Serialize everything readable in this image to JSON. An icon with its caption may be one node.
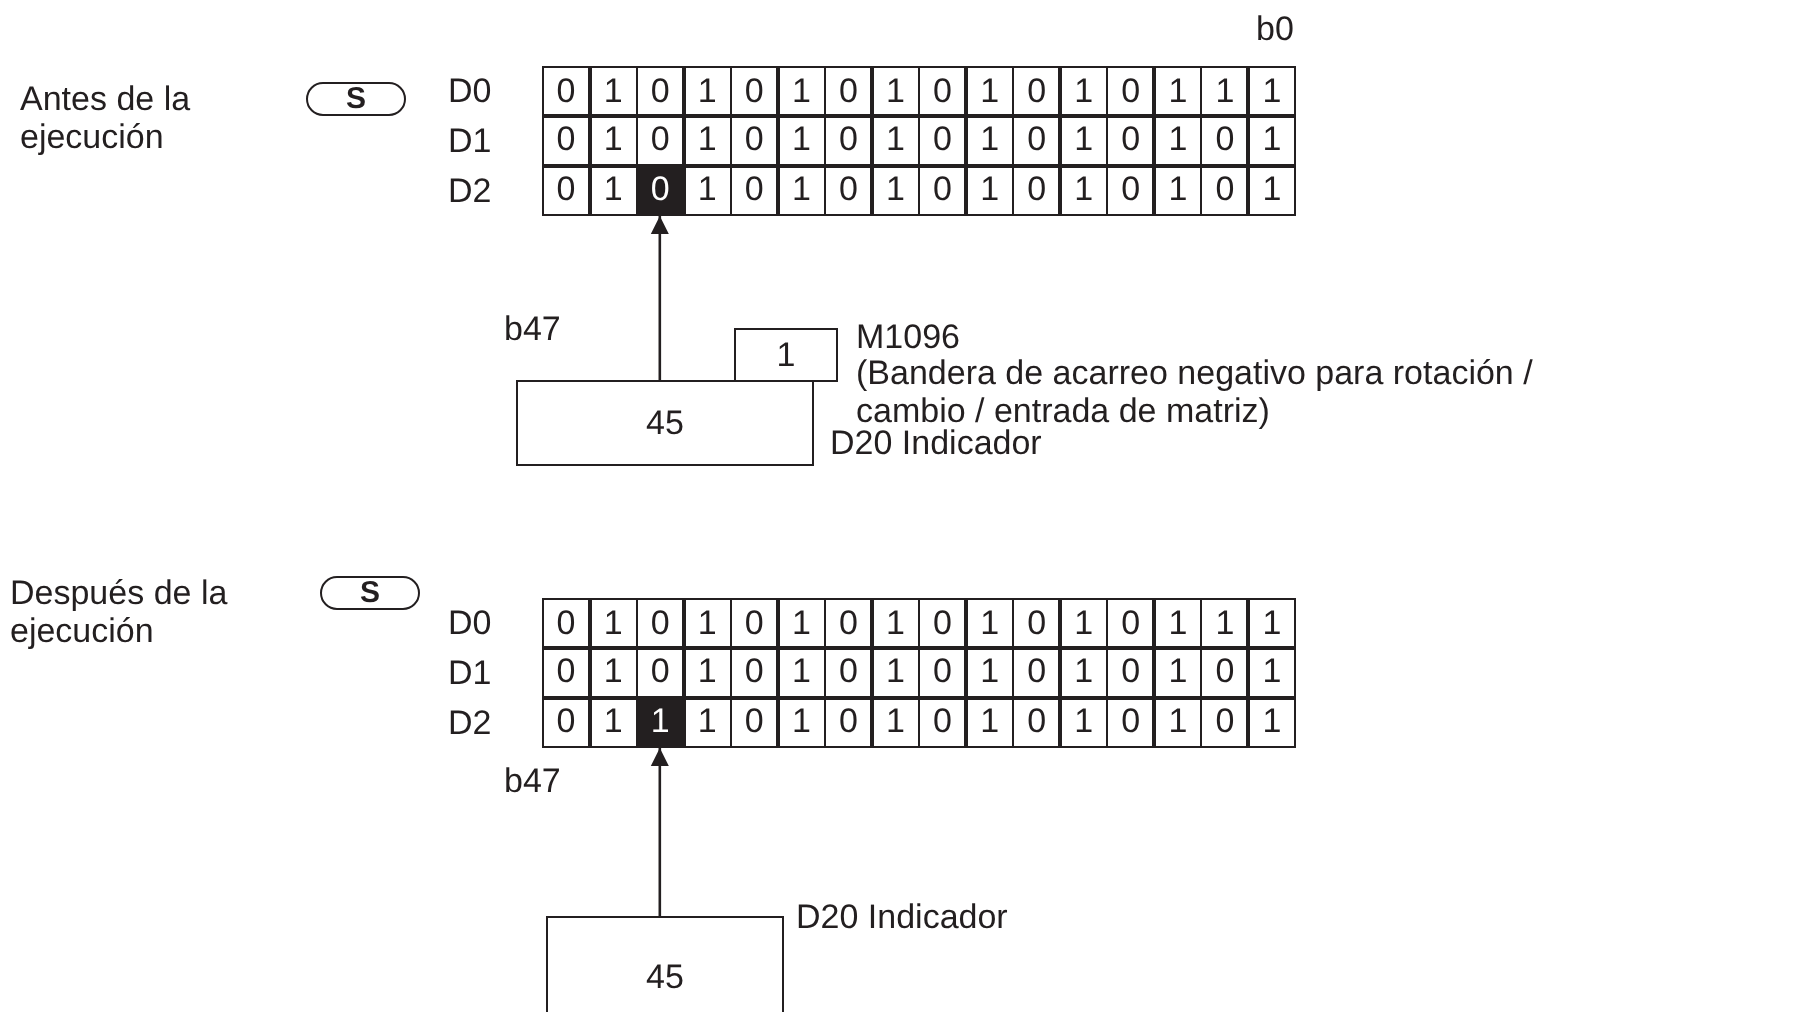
{
  "diagram": {
    "nodes": [
      {
        "text": [
          "S"
        ]
      },
      {
        "text": [
          "0"
        ]
      },
      {
        "text": [
          "1"
        ],
        "beside": [
          "M1096",
          "(Bandera de acarreo negativo para rotación / cambio / entrada de matriz)"
        ]
      },
      {
        "text": [
          "45"
        ],
        "beside": [
          "D20 Indicador"
        ]
      },
      {
        "text": [
          "S"
        ]
      },
      {
        "text": [
          "1"
        ]
      },
      {
        "text": [
          "45"
        ],
        "beside": [
          "D20 Indicador"
        ]
      }
    ],
    "edges": [
      {
        "from": 3,
        "to": 1,
        "arrow": "to"
      },
      {
        "from": 6,
        "to": 5,
        "arrow": "to"
      }
    ],
    "labels": [
      "b0",
      "Antes de la ejecución",
      "D0",
      "0",
      "1",
      "0",
      "1",
      "0",
      "1",
      "0",
      "1",
      "0",
      "1",
      "0",
      "1",
      "0",
      "1",
      "1",
      "1",
      "D1",
      "0",
      "1",
      "0",
      "1",
      "0",
      "1",
      "0",
      "1",
      "0",
      "1",
      "0",
      "1",
      "0",
      "1",
      "0",
      "1",
      "D2",
      "0",
      "1",
      "1",
      "0",
      "1",
      "0",
      "1",
      "0",
      "1",
      "0",
      "1",
      "0",
      "1",
      "0",
      "1",
      "b47",
      "Después de la ejecución",
      "D0",
      "0",
      "1",
      "0",
      "1",
      "0",
      "1",
      "0",
      "1",
      "0",
      "1",
      "0",
      "1",
      "0",
      "1",
      "1",
      "1",
      "D1",
      "0",
      "1",
      "0",
      "1",
      "0",
      "1",
      "0",
      "1",
      "0",
      "1",
      "0",
      "1",
      "0",
      "1",
      "0",
      "1",
      "D2",
      "0",
      "1",
      "1",
      "0",
      "1",
      "0",
      "1",
      "0",
      "1",
      "0",
      "1",
      "0",
      "1",
      "0",
      "1",
      "b47"
    ]
  }
}
